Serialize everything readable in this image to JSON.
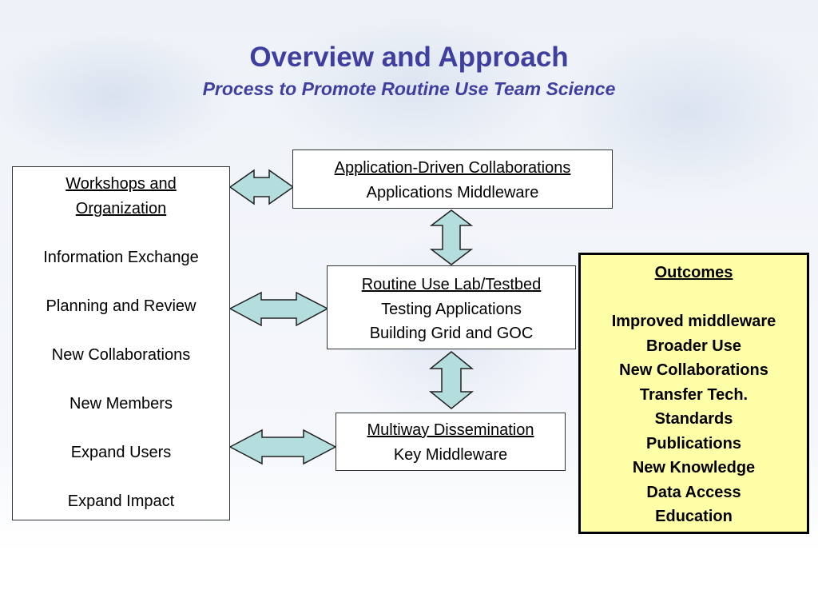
{
  "title": "Overview and Approach",
  "subtitle": "Process to Promote Routine Use Team Science",
  "left_box": {
    "heading_line1": "Workshops and",
    "heading_line2": "Organization",
    "items": [
      "Information Exchange",
      "Planning and Review",
      "New Collaborations",
      "New Members",
      "Expand Users",
      "Expand Impact"
    ]
  },
  "app_box": {
    "heading": "Application-Driven Collaborations",
    "col1": "Applications",
    "col2": "Middleware"
  },
  "routine_box": {
    "heading": "Routine Use Lab/Testbed",
    "line1": "Testing Applications",
    "line2": "Building Grid and GOC"
  },
  "multi_box": {
    "heading": "Multiway Dissemination",
    "line1": "Key Middleware"
  },
  "outcomes_box": {
    "heading": "Outcomes",
    "items": [
      "Improved middleware",
      "Broader Use",
      "New Collaborations",
      "Transfer Tech.",
      "Standards",
      "Publications",
      "New Knowledge",
      "Data Access",
      "Education"
    ]
  },
  "colors": {
    "title": "#3f3f9f",
    "arrow_fill": "#b4dede",
    "outcomes_fill": "#ffffa8"
  }
}
